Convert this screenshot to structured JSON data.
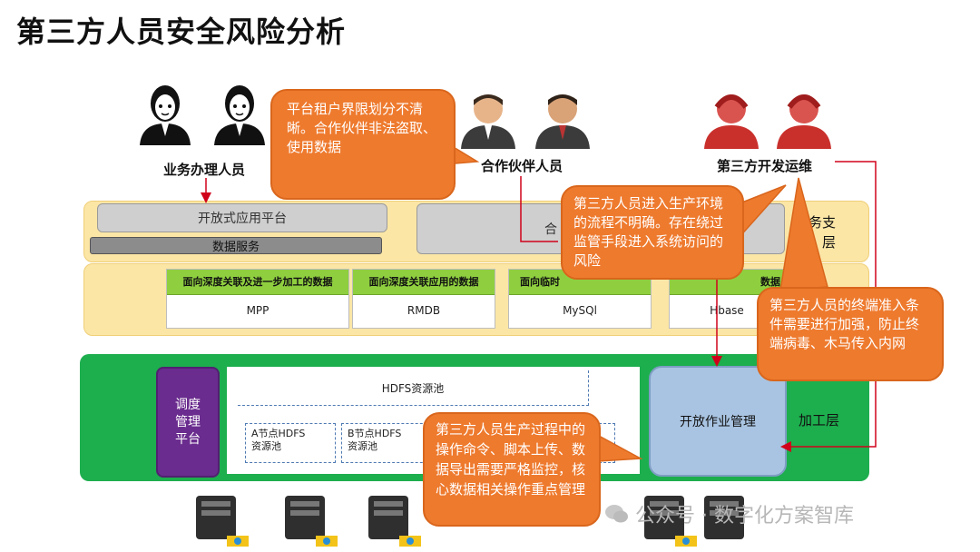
{
  "title": "第三方人员安全风险分析",
  "personas": {
    "business": "业务办理人员",
    "partner": "合作伙伴人员",
    "thirdparty": "第三方开发运维"
  },
  "service_layer": {
    "open_app_platform": "开放式应用平台",
    "data_service": "数据服务",
    "partner_box_partial": "合",
    "side_label_1": "服务支",
    "side_label_2": "层"
  },
  "data_layer": {
    "columns": [
      {
        "header": "面向深度关联及进一步加工的数据",
        "db": "MPP"
      },
      {
        "header": "面向深度关联应用的数据",
        "db": "RMDB"
      },
      {
        "header": "面向临时",
        "db": "MySQl"
      },
      {
        "header": "数据",
        "db": "Hbase"
      }
    ]
  },
  "processing_layer": {
    "scheduler": "调度\n管理\n平台",
    "hdfs_pool": "HDFS资源池",
    "node_a": "A节点HDFS\n资源池",
    "node_b": "B节点HDFS\n资源池",
    "open_job": "开放作业管理",
    "side_label": "加工层"
  },
  "callouts": {
    "c1": "平台租户界限划分不清晰。合作伙伴非法盗取、使用数据",
    "c2": "第三方人员进入生产环境的流程不明确。存在绕过监管手段进入系统访问的风险",
    "c3": "第三方人员的终端准入条件需要进行加强，防止终端病毒、木马传入内网",
    "c4": "第三方人员生产过程中的操作命令、脚本上传、数据导出需要严格监控，核心数据相关操作重点管理"
  },
  "watermark": "公众号 · 数字化方案智库",
  "colors": {
    "callout": "#ee7a2e",
    "arrow": "#d0021b",
    "processing_band": "#1dae4e",
    "yellow_band": "#fbe6a6",
    "data_header": "#8fcf3f",
    "scheduler": "#6a2c8e",
    "open_job": "#a9c4e2"
  }
}
